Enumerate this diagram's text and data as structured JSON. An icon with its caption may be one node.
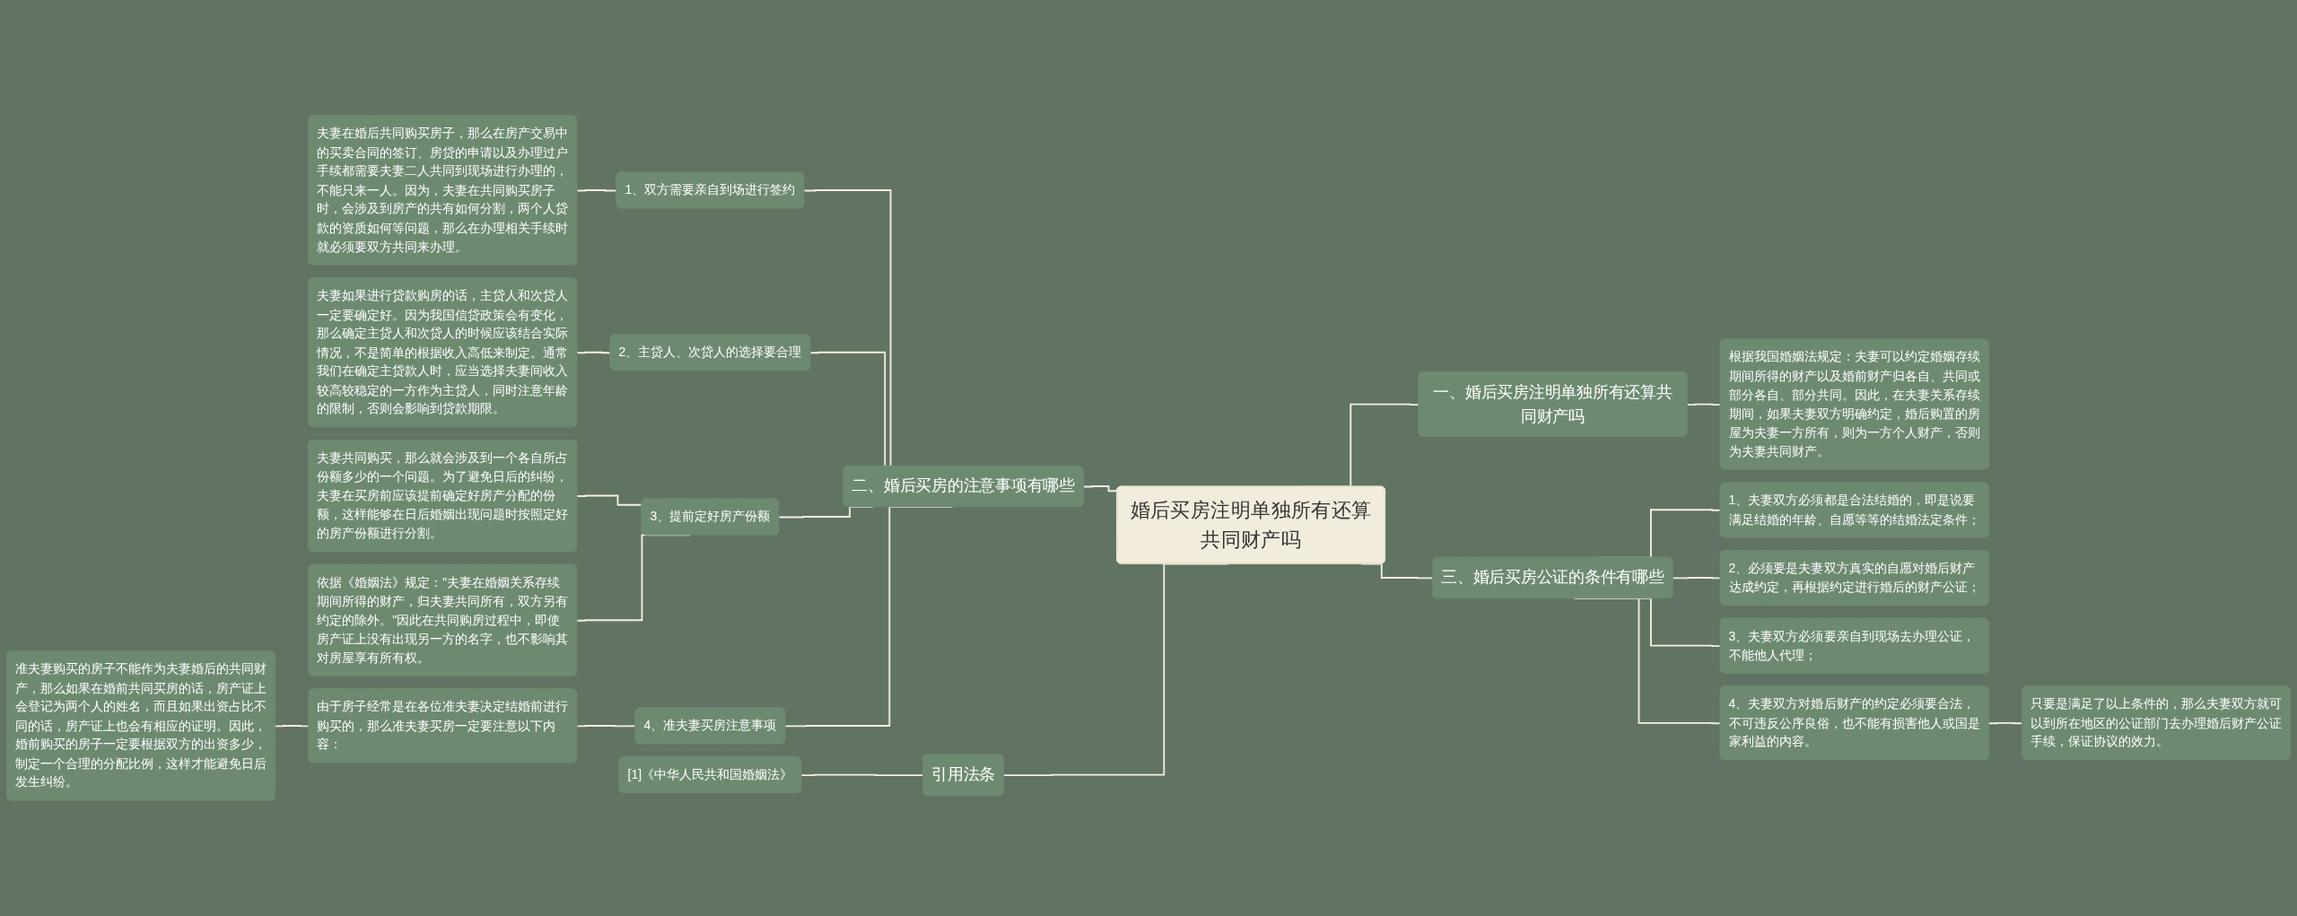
{
  "diagram": {
    "nodes": [
      {
        "text": [
          "婚后买房注明单独所有还算共同财产吗"
        ]
      },
      {
        "text": [
          "二、婚后买房的注意事项有哪些"
        ]
      },
      {
        "text": [
          "1、双方需要亲自到场进行签约"
        ]
      },
      {
        "text": [
          "夫妻在婚后共同购买房子，那么在房产交易中的买卖合同的签订、房贷的申请以及办理过户手续都需要夫妻二人共同到现场进行办理的，不能只来一人。因为，夫妻在共同购买房子时，会涉及到房产的共有如何分割，两个人贷款的资质如何等问题，那么在办理相关手续时就必须要双方共同来办理。"
        ]
      },
      {
        "text": [
          "2、主贷人、次贷人的选择要合理"
        ]
      },
      {
        "text": [
          "夫妻如果进行贷款购房的话，主贷人和次贷人一定要确定好。因为我国信贷政策会有变化，那么确定主贷人和次贷人的时候应该结合实际情况，不是简单的根据收入高低来制定。通常我们在确定主贷款人时，应当选择夫妻间收入较高较稳定的一方作为主贷人，同时注意年龄的限制，否则会影响到贷款期限。"
        ]
      },
      {
        "text": [
          "3、提前定好房产份额"
        ]
      },
      {
        "text": [
          "夫妻共同购买，那么就会涉及到一个各自所占份额多少的一个问题。为了避免日后的纠纷，夫妻在买房前应该提前确定好房产分配的份额，这样能够在日后婚姻出现问题时按照定好的房产份额进行分割。"
        ]
      },
      {
        "text": [
          "依据《婚姻法》规定：\"夫妻在婚姻关系存续期间所得的财产，归夫妻共同所有，双方另有约定的除外。\"因此在共同购房过程中，即使房产证上没有出现另一方的名字，也不影响其对房屋享有所有权。"
        ]
      },
      {
        "text": [
          "4、准夫妻买房注意事项"
        ]
      },
      {
        "text": [
          "由于房子经常是在各位准夫妻决定结婚前进行购买的，那么准夫妻买房一定要注意以下内容："
        ]
      },
      {
        "text": [
          "准夫妻购买的房子不能作为夫妻婚后的共同财产，那么如果在婚前共同买房的话，房产证上会登记为两个人的姓名，而且如果出资占比不同的话，房产证上也会有相应的证明。因此，婚前购买的房子一定要根据双方的出资多少，制定一个合理的分配比例，这样才能避免日后发生纠纷。"
        ]
      },
      {
        "text": [
          "引用法条"
        ]
      },
      {
        "text": [
          "[1]《中华人民共和国婚姻法》"
        ]
      },
      {
        "text": [
          "一、婚后买房注明单独所有还算共同财产吗"
        ]
      },
      {
        "text": [
          "根据我国婚姻法规定：夫妻可以约定婚姻存续期间所得的财产以及婚前财产归各自、共同或部分各自、部分共同。因此，在夫妻关系存续期间，如果夫妻双方明确约定，婚后购置的房屋为夫妻一方所有，则为一方个人财产，否则为夫妻共同财产。"
        ]
      },
      {
        "text": [
          "三、婚后买房公证的条件有哪些"
        ]
      },
      {
        "text": [
          "1、夫妻双方必须都是合法结婚的，即是说要满足结婚的年龄、自愿等等的结婚法定条件；"
        ]
      },
      {
        "text": [
          "2、必须要是夫妻双方真实的自愿对婚后财产达成约定，再根据约定进行婚后的财产公证；"
        ]
      },
      {
        "text": [
          "3、夫妻双方必须要亲自到现场去办理公证，不能他人代理；"
        ]
      },
      {
        "text": [
          "4、夫妻双方对婚后财产的约定必须要合法，不可违反公序良俗，也不能有损害他人或国是家利益的内容。"
        ]
      },
      {
        "text": [
          "只要是满足了以上条件的，那么夫妻双方就可以到所在地区的公证部门去办理婚后财产公证手续，保证协议的效力。"
        ]
      }
    ],
    "edges": [
      {
        "from": 1,
        "to": 0,
        "arrow": "none"
      },
      {
        "from": 2,
        "to": 1,
        "arrow": "none"
      },
      {
        "from": 3,
        "to": 2,
        "arrow": "none"
      },
      {
        "from": 4,
        "to": 1,
        "arrow": "none"
      },
      {
        "from": 5,
        "to": 4,
        "arrow": "none"
      },
      {
        "from": 6,
        "to": 1,
        "arrow": "none"
      },
      {
        "from": 7,
        "to": 6,
        "arrow": "none"
      },
      {
        "from": 8,
        "to": 6,
        "arrow": "none"
      },
      {
        "from": 9,
        "to": 1,
        "arrow": "none"
      },
      {
        "from": 10,
        "to": 9,
        "arrow": "none"
      },
      {
        "from": 11,
        "to": 10,
        "arrow": "none"
      },
      {
        "from": 12,
        "to": 0,
        "arrow": "none"
      },
      {
        "from": 13,
        "to": 12,
        "arrow": "none"
      },
      {
        "from": 0,
        "to": 14,
        "arrow": "none"
      },
      {
        "from": 14,
        "to": 15,
        "arrow": "none"
      },
      {
        "from": 0,
        "to": 16,
        "arrow": "none"
      },
      {
        "from": 16,
        "to": 17,
        "arrow": "none"
      },
      {
        "from": 16,
        "to": 18,
        "arrow": "none"
      },
      {
        "from": 16,
        "to": 19,
        "arrow": "none"
      },
      {
        "from": 16,
        "to": 20,
        "arrow": "none"
      },
      {
        "from": 20,
        "to": 21,
        "arrow": "none"
      }
    ]
  }
}
